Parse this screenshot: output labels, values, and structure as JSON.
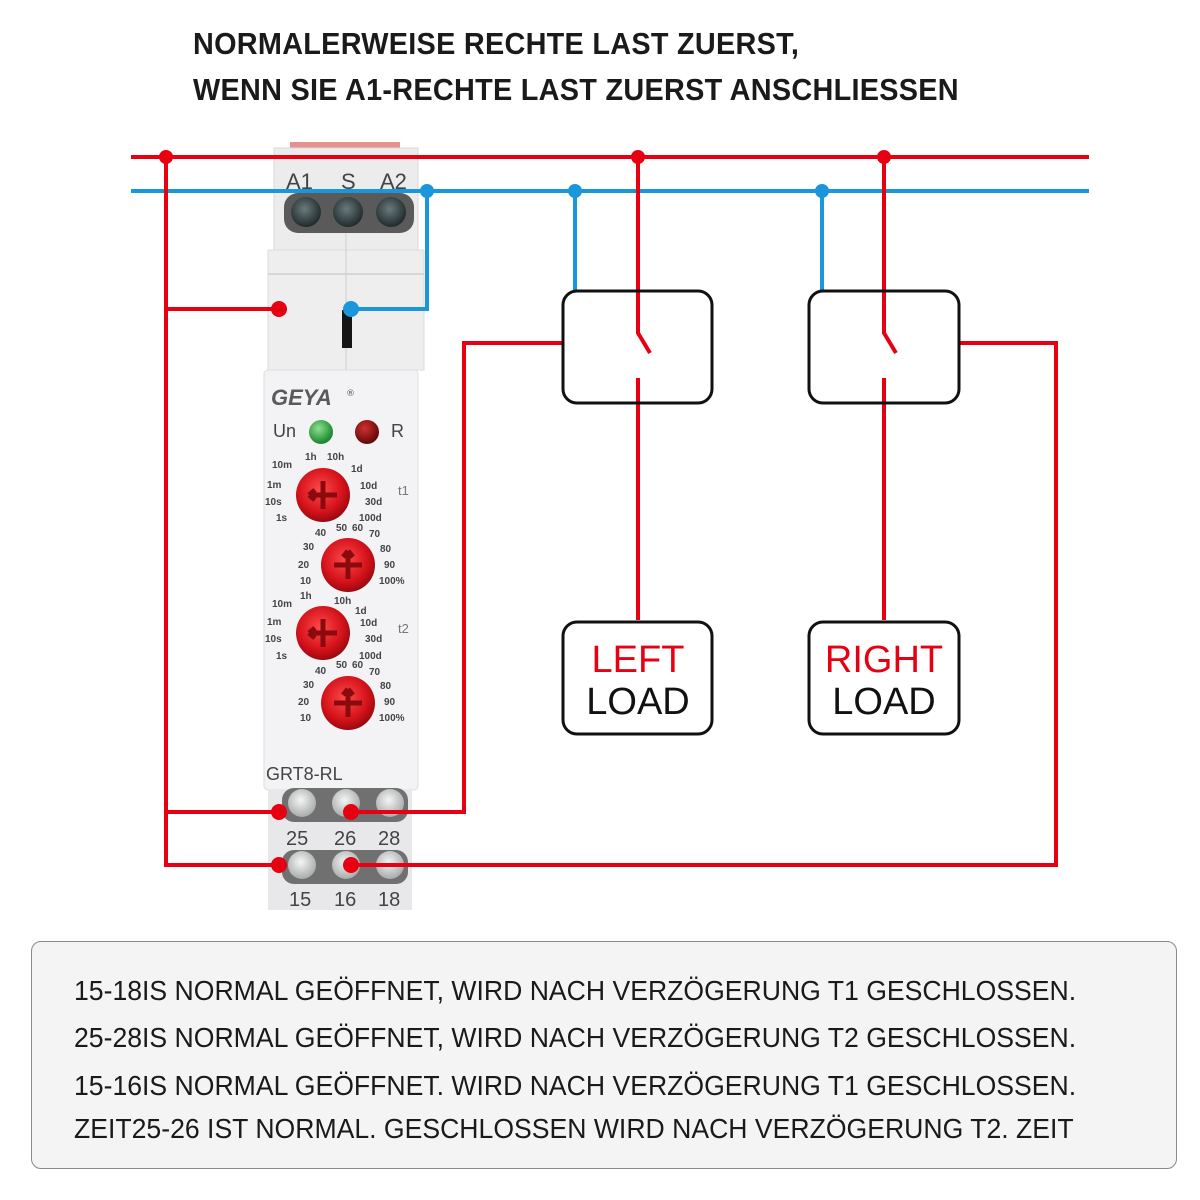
{
  "headline": {
    "line1": "NORMALERWEISE RECHTE LAST ZUERST,",
    "line2": "WENN SIE A1-RECHTE LAST ZUERST ANSCHLIESSEN"
  },
  "colors": {
    "live_wire": "#e60012",
    "neutral_wire": "#1a96dc",
    "box_outline": "#111111",
    "knob": "#d4111a",
    "led_green": "#1f9a3a",
    "led_red": "#8b0d0d"
  },
  "relay": {
    "brand": "GEYA",
    "brand_mark": "®",
    "model": "GRT8-RL",
    "top_terminals": [
      "A1",
      "S",
      "A2"
    ],
    "leds": [
      {
        "label": "Un",
        "color": "green"
      },
      {
        "label": "R",
        "color": "red"
      }
    ],
    "timer1": {
      "label": "t1",
      "range_scale": [
        "1s",
        "10s",
        "1m",
        "10m",
        "1h",
        "10h",
        "1d",
        "10d",
        "30d",
        "100d"
      ],
      "percent_scale": [
        "10",
        "20",
        "30",
        "40",
        "50",
        "60",
        "70",
        "80",
        "90",
        "100%"
      ]
    },
    "timer2": {
      "label": "t2",
      "range_scale": [
        "1s",
        "10s",
        "1m",
        "10m",
        "1h",
        "10h",
        "1d",
        "10d",
        "30d",
        "100d"
      ],
      "percent_scale": [
        "10",
        "20",
        "30",
        "40",
        "50",
        "60",
        "70",
        "80",
        "90",
        "100%"
      ]
    },
    "contact_row1": [
      "25",
      "26",
      "28"
    ],
    "contact_row2": [
      "15",
      "16",
      "18"
    ]
  },
  "loads": [
    {
      "top": "LEFT",
      "bottom": "LOAD"
    },
    {
      "top": "RIGHT",
      "bottom": "LOAD"
    }
  ],
  "notes": [
    "15-18IS NORMAL GEÖFFNET, WIRD NACH VERZÖGERUNG T1 GESCHLOSSEN.",
    "25-28IS NORMAL GEÖFFNET, WIRD NACH VERZÖGERUNG T2 GESCHLOSSEN.",
    "15-16IS NORMAL GEÖFFNET. WIRD NACH VERZÖGERUNG T1 GESCHLOSSEN.",
    "ZEIT25-26 IST NORMAL. GESCHLOSSEN WIRD NACH VERZÖGERUNG T2. ZEIT"
  ]
}
